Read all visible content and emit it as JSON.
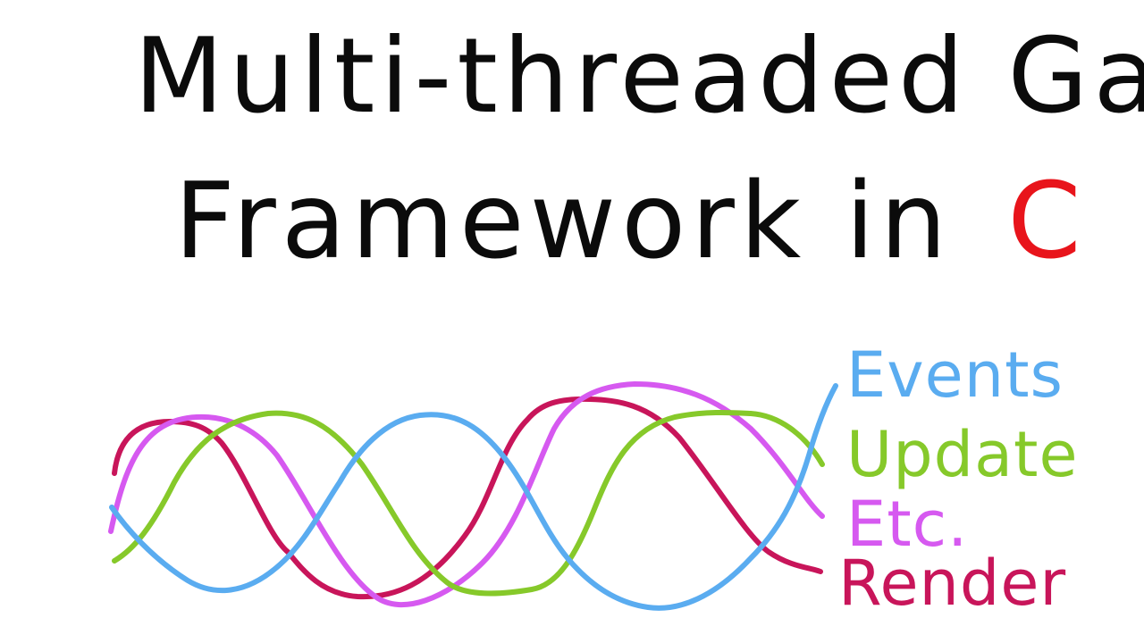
{
  "title": {
    "line1": "Multi-threaded Game",
    "line2": "Framework in",
    "language": "C",
    "text_color": "#0b0b0b",
    "language_color": "#e8141b"
  },
  "legend": [
    {
      "label": "Events",
      "color": "#5aacf0"
    },
    {
      "label": "Update",
      "color": "#86c92a"
    },
    {
      "label": "Etc.",
      "color": "#d659f0"
    },
    {
      "label": "Render",
      "color": "#c8155a"
    }
  ]
}
